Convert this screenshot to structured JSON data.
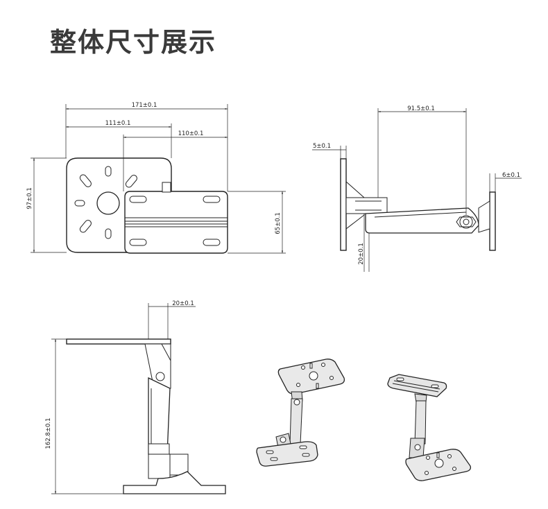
{
  "title": "整体尺寸展示",
  "dimensions": {
    "overall_width": "171±0.1",
    "plate_width": "111±0.1",
    "top_plate_width": "110±0.1",
    "plate_height": "97±0.1",
    "top_plate_height": "65±0.1",
    "arm_length": "91.5±0.1",
    "plate_thickness_left": "5±0.1",
    "plate_thickness_right": "6±0.1",
    "arm_offset": "20±0.1",
    "top_offset": "20±0.1",
    "total_height": "162.8±0.1"
  }
}
